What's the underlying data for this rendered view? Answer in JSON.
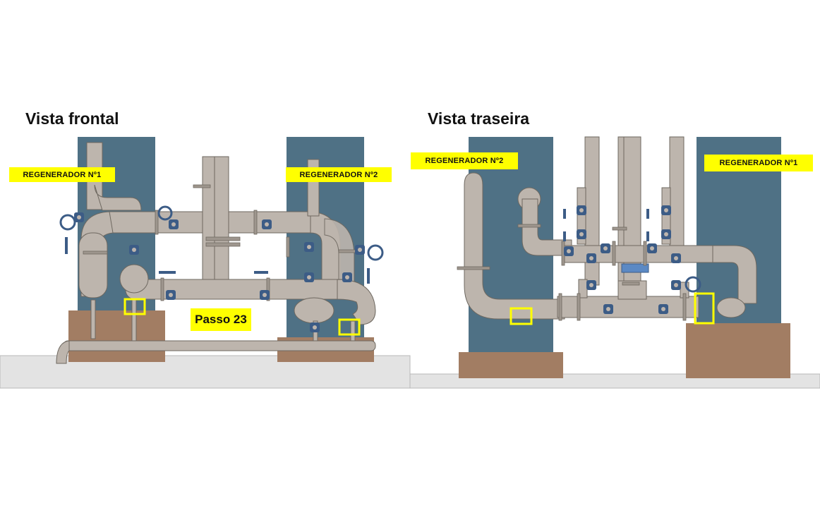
{
  "views": {
    "front": {
      "title": "Vista frontal",
      "label_regen1": "REGENERADOR Nº1",
      "label_regen2": "REGENERADOR Nº2"
    },
    "back": {
      "title": "Vista traseira",
      "label_regen2": "REGENERADOR Nº2",
      "label_regen1": "REGENERADOR Nº1"
    }
  },
  "step_label": "Passo 23",
  "colors": {
    "tank": "#4f7185",
    "pipe": "#bdb5ad",
    "pipe_edge": "#6e6860",
    "valve": "#3c5c86",
    "base": "#a27d63",
    "floor": "#e3e3e3",
    "highlight": "#ffff00",
    "meter": "#5b89c4"
  }
}
